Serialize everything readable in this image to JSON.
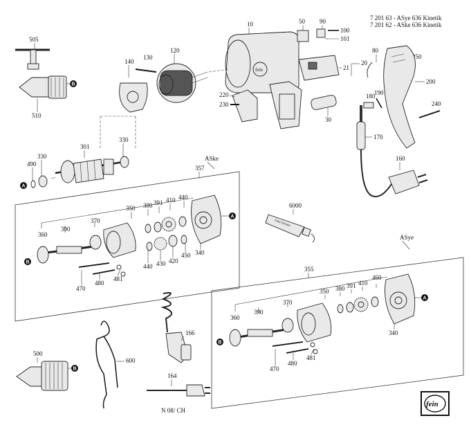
{
  "header": {
    "line1": "7 201 63 - ASye 636 Kinetik",
    "line2": "7 201 62 - ASke 636 Kinetik"
  },
  "group_labels": {
    "aske": "ASke",
    "asye": "ASye"
  },
  "footer_code": "N 08/ CH",
  "callout_letters": {
    "a": "A",
    "b": "B"
  },
  "logo_text": "fein",
  "tube_label": "Fein Grease",
  "part_numbers": {
    "p505": "505",
    "p510": "510",
    "p140": "140",
    "p130": "130",
    "p120": "120",
    "p10": "10",
    "p50": "50",
    "p90": "90",
    "p100": "100",
    "p101": "101",
    "p80": "80",
    "p250": "250",
    "p21": "21",
    "p20": "20",
    "p200": "200",
    "p220": "220",
    "p230": "230",
    "p30": "30",
    "p180": "180",
    "p190": "190",
    "p240": "240",
    "p170": "170",
    "p160": "160",
    "p301": "301",
    "p330a": "330",
    "p330b": "330",
    "p490": "490",
    "k357": "357",
    "k350": "350",
    "k380": "380",
    "k391": "391",
    "k410": "410",
    "k440": "440",
    "k360": "360",
    "k390": "390",
    "k370": "370",
    "k440b": "440",
    "k430": "430",
    "k420": "420",
    "k450": "450",
    "k340": "340",
    "k470": "470",
    "k480": "480",
    "k481": "481",
    "p6000": "6000",
    "y355": "355",
    "y350": "350",
    "y380": "380",
    "y391": "391",
    "y410": "410",
    "y460": "460",
    "y360": "360",
    "y390": "390",
    "y370": "370",
    "y340": "340",
    "y470": "470",
    "y480": "480",
    "y481": "481",
    "p500": "500",
    "p600": "600",
    "p166": "166",
    "p164": "164"
  }
}
